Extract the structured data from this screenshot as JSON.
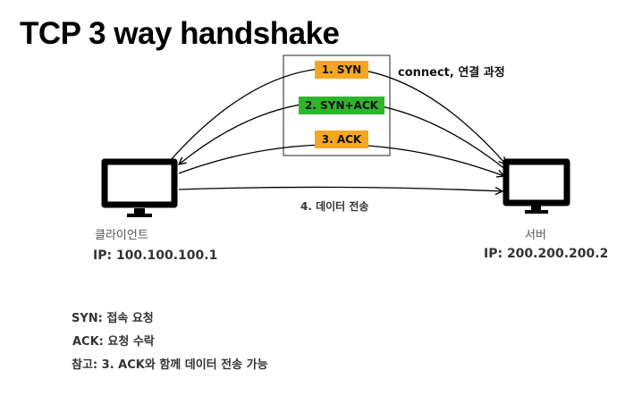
{
  "title": "TCP 3 way handshake",
  "handshake": {
    "syn_label": "1. SYN",
    "synack_label": "2. SYN+ACK",
    "ack_label": "3. ACK",
    "caption": "connect, 연결 과정"
  },
  "transfer_label": "4. 데이터 전송",
  "client": {
    "name": "클라이언트",
    "ip": "IP: 100.100.100.1"
  },
  "server": {
    "name": "서버",
    "ip": "IP: 200.200.200.2"
  },
  "notes": [
    "SYN: 접속 요청",
    "ACK: 요청 수락",
    "참고: 3. ACK와 함께 데이터 전송 가능"
  ],
  "colors": {
    "syn": "#f5a623",
    "synack": "#2db52d",
    "ack": "#f5a623",
    "arrow": "#000000"
  },
  "icons": {
    "client": "monitor-icon",
    "server": "monitor-icon"
  }
}
